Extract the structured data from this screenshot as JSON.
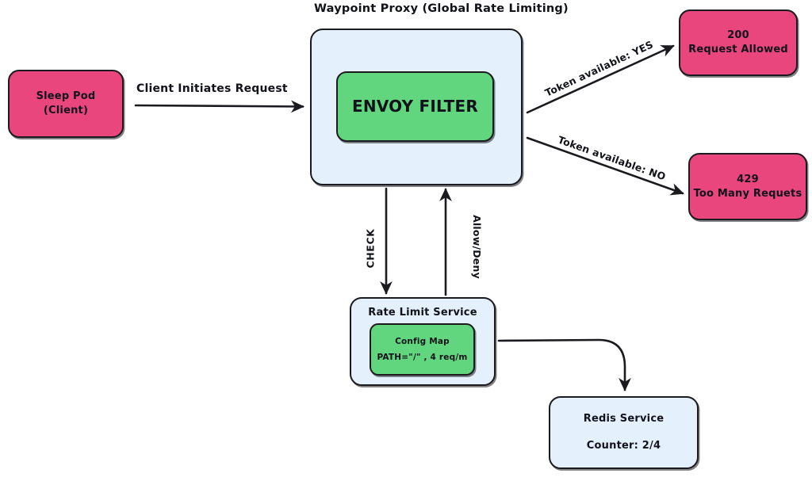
{
  "diagram": {
    "title": "Waypoint Proxy (Global Rate Limiting)",
    "colors": {
      "pink": "#e8467c",
      "green": "#62d67e",
      "light_blue": "#e4f1fd",
      "stroke": "#1b1b1f",
      "background": "#ffffff"
    }
  },
  "nodes": {
    "sleep_pod": {
      "line1": "Sleep Pod",
      "line2": "(Client)"
    },
    "waypoint_proxy": {
      "label": "Waypoint Proxy (Global Rate Limiting)"
    },
    "envoy_filter": {
      "label": "ENVOY FILTER"
    },
    "response_200": {
      "line1": "200",
      "line2": "Request Allowed"
    },
    "response_429": {
      "line1": "429",
      "line2": "Too Many Requets"
    },
    "rate_limit_service": {
      "label": "Rate Limit Service"
    },
    "config_map": {
      "line1": "Config Map",
      "line2": "PATH=\"/\" , 4 req/m"
    },
    "redis_service": {
      "line1": "Redis Service",
      "line2": "Counter: 2/4"
    }
  },
  "edges": {
    "client_request": {
      "label": "Client Initiates Request"
    },
    "token_yes": {
      "label": "Token available: YES"
    },
    "token_no": {
      "label": "Token available: NO"
    },
    "check": {
      "label": "CHECK"
    },
    "allow_deny": {
      "label": "Allow/Deny"
    },
    "rls_to_redis": {
      "label": ""
    }
  }
}
